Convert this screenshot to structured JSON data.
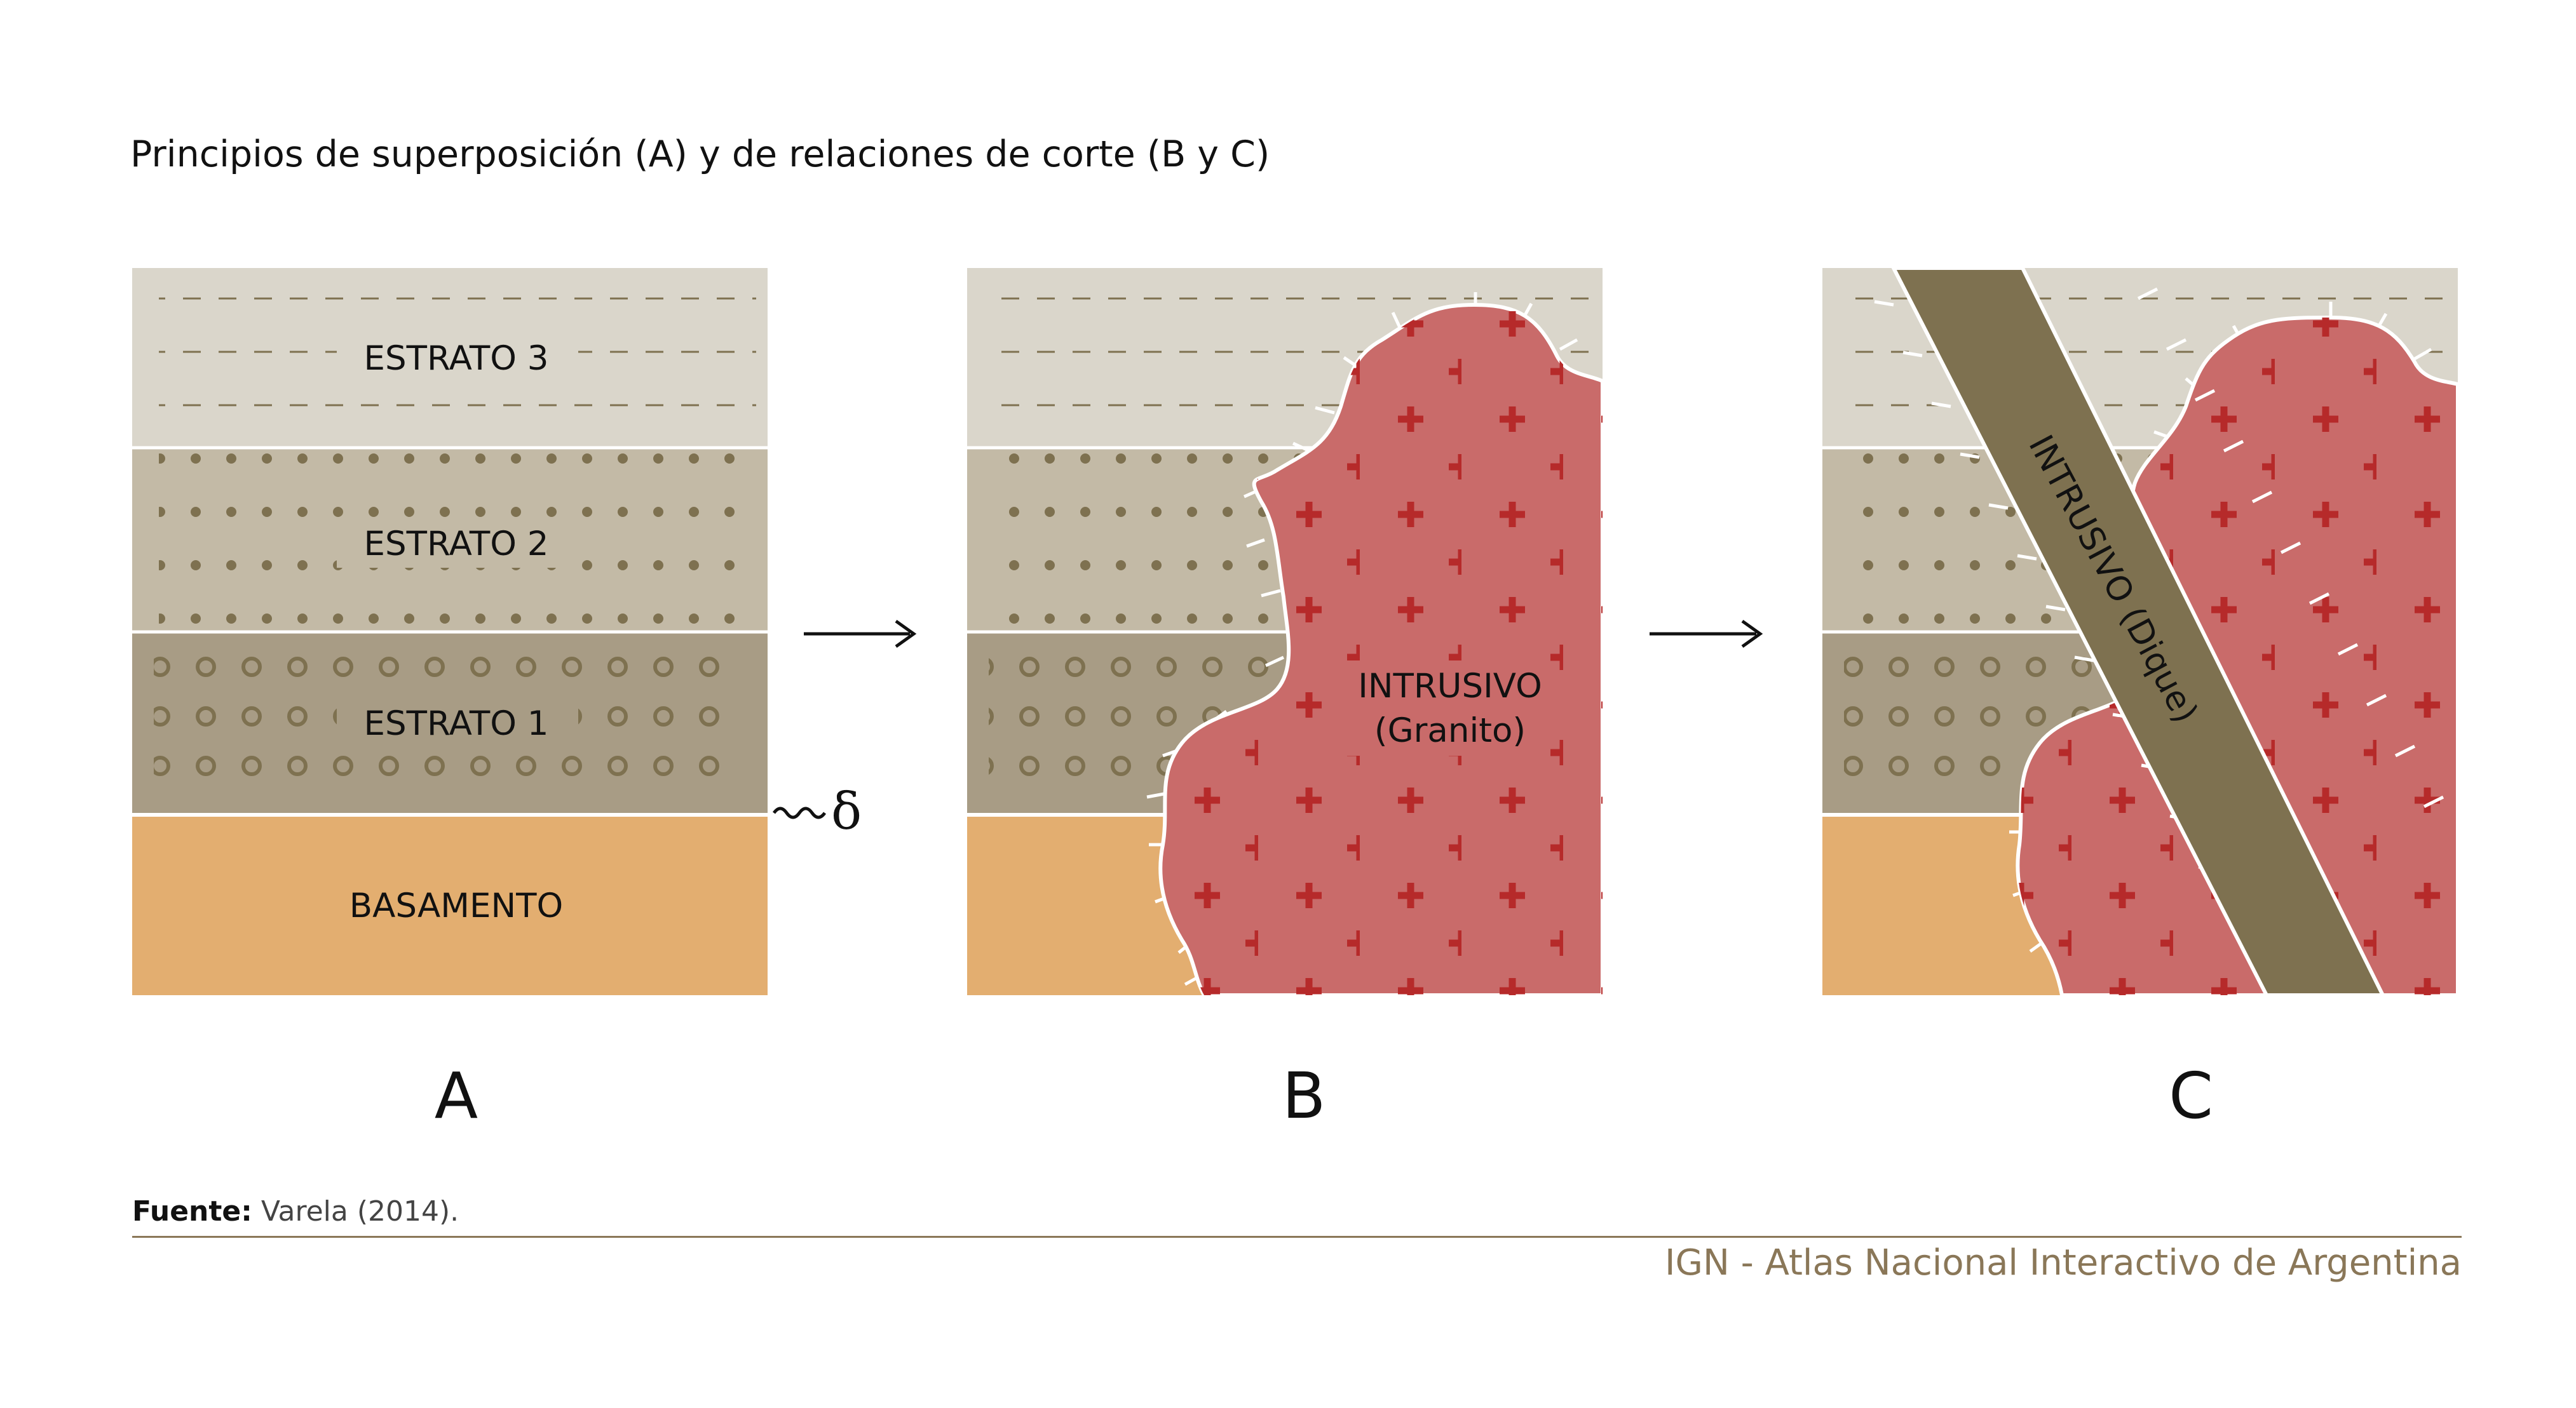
{
  "title": "Principios de superposición (A) y de relaciones de corte (B y C)",
  "panels": {
    "a": {
      "letter": "A",
      "estrato3": "ESTRATO 3",
      "estrato2": "ESTRATO 2",
      "estrato1": "ESTRATO 1",
      "basamento": "BASAMENTO",
      "unconformity_symbol": "δ"
    },
    "b": {
      "letter": "B",
      "intrusive_line1": "INTRUSIVO",
      "intrusive_line2": "(Granito)"
    },
    "c": {
      "letter": "C",
      "dike_label": "INTRUSIVO (Dique)"
    }
  },
  "source": {
    "label": "Fuente:",
    "text": "Varela (2014)."
  },
  "credit": "IGN - Atlas Nacional Interactivo de Argentina",
  "colors": {
    "estrato3": "#dad6cb",
    "estrato2": "#c3baa6",
    "estrato1": "#a89c85",
    "basamento": "#e3ae70",
    "granite": "#c96b6a",
    "granite_cross": "#b62a2a",
    "dike": "#7e7150",
    "pattern": "#7e7150",
    "accent": "#8a7758"
  }
}
